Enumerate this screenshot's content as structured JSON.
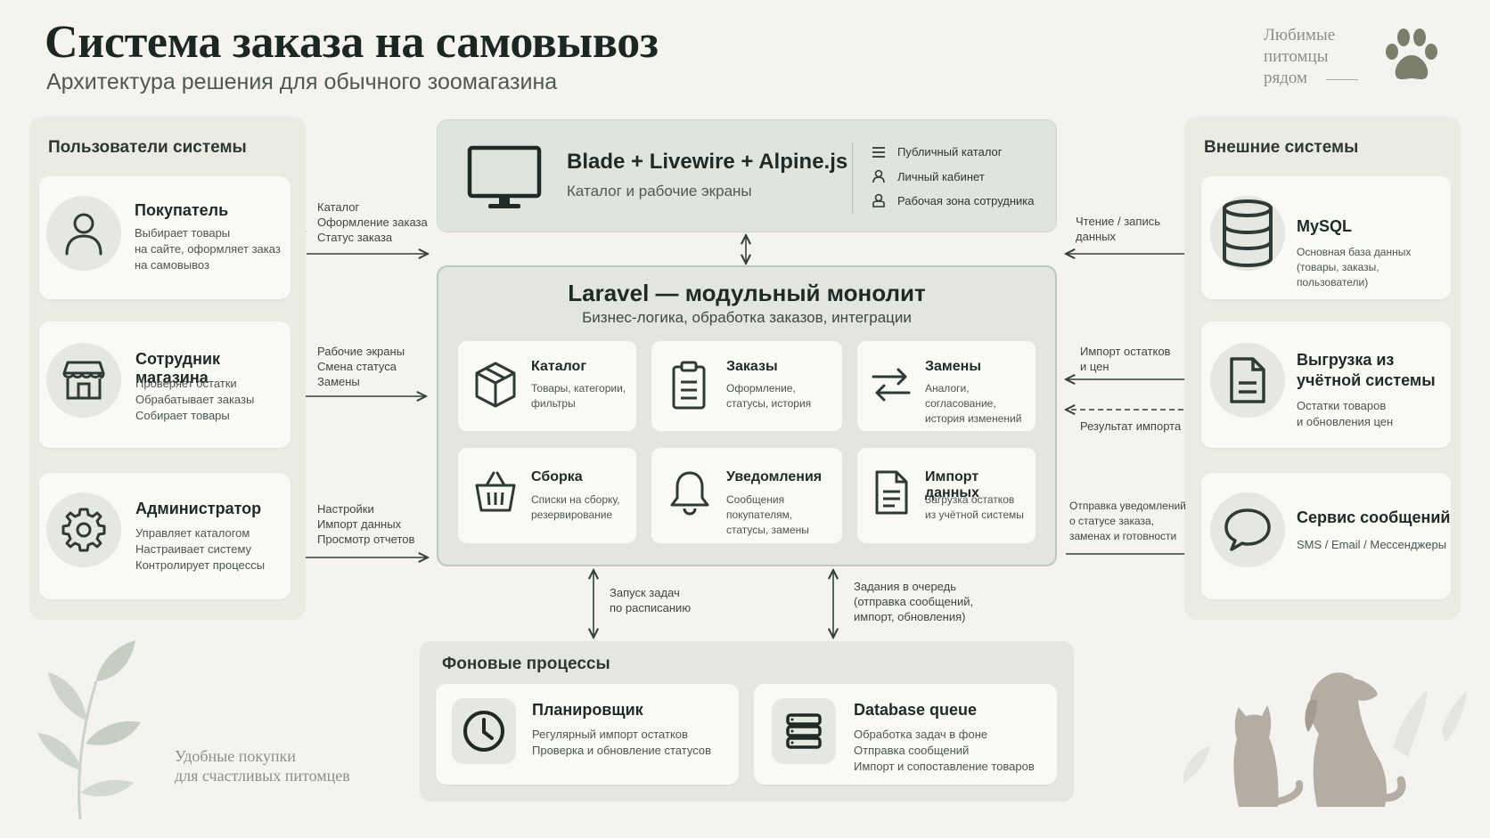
{
  "header": {
    "title": "Система заказа на самовывоз",
    "subtitle": "Архитектура решения для обычного зоомагазина",
    "brand_line1": "Любимые",
    "brand_line2": "питомцы",
    "brand_line3": "рядом"
  },
  "users": {
    "title": "Пользователи системы",
    "items": [
      {
        "title": "Покупатель",
        "lines": [
          "Выбирает товары",
          "на сайте, оформляет заказ",
          "на самовывоз"
        ],
        "icon": "user-icon"
      },
      {
        "title": "Сотрудник магазина",
        "lines": [
          "Проверяет остатки",
          "Обрабатывает заказы",
          "Собирает товары"
        ],
        "icon": "store-icon"
      },
      {
        "title": "Администратор",
        "lines": [
          "Управляет каталогом",
          "Настраивает систему",
          "Контролирует процессы"
        ],
        "icon": "gear-icon"
      }
    ]
  },
  "user_links": [
    [
      "Каталог",
      "Оформление заказа",
      "Статус заказа"
    ],
    [
      "Рабочие экраны",
      "Смена статуса",
      "Замены"
    ],
    [
      "Настройки",
      "Импорт данных",
      "Просмотр отчетов"
    ]
  ],
  "frontend": {
    "title": "Blade + Livewire + Alpine.js",
    "subtitle": "Каталог и рабочие экраны",
    "items": [
      "Публичный каталог",
      "Личный кабинет",
      "Рабочая зона сотрудника"
    ]
  },
  "monolith": {
    "title": "Laravel — модульный монолит",
    "subtitle": "Бизнес-логика, обработка заказов, интеграции",
    "modules": [
      {
        "title": "Каталог",
        "lines": [
          "Товары, категории,",
          "фильтры"
        ],
        "icon": "box-icon"
      },
      {
        "title": "Заказы",
        "lines": [
          "Оформление,",
          "статусы, история"
        ],
        "icon": "clipboard-icon"
      },
      {
        "title": "Замены",
        "lines": [
          "Аналоги, согласование,",
          "история изменений"
        ],
        "icon": "swap-icon"
      },
      {
        "title": "Сборка",
        "lines": [
          "Списки на сборку,",
          "резервирование"
        ],
        "icon": "basket-icon"
      },
      {
        "title": "Уведомления",
        "lines": [
          "Сообщения покупателям,",
          "статусы, замены"
        ],
        "icon": "bell-icon"
      },
      {
        "title": "Импорт данных",
        "lines": [
          "Загрузка остатков",
          "из учётной системы"
        ],
        "icon": "document-icon"
      }
    ]
  },
  "external": {
    "title": "Внешние системы",
    "items": [
      {
        "title": "MySQL",
        "lines": [
          "Основная база данных",
          "(товары, заказы, пользователи)"
        ],
        "icon": "database-icon"
      },
      {
        "title_lines": [
          "Выгрузка из",
          "учётной системы"
        ],
        "lines": [
          "Остатки товаров",
          "и обновления цен"
        ],
        "icon": "file-icon"
      },
      {
        "title": "Сервис сообщений",
        "lines": [
          "SMS / Email / Мессенджеры"
        ],
        "icon": "chat-icon"
      }
    ]
  },
  "external_links": {
    "db": [
      "Чтение / запись",
      "данных"
    ],
    "import": [
      "Импорт остатков",
      "и цен"
    ],
    "import_result": "Результат импорта",
    "notify": [
      "Отправка уведомлений",
      "о статусе заказа,",
      "заменах и готовности"
    ]
  },
  "background_links": {
    "schedule": [
      "Запуск задач",
      "по расписанию"
    ],
    "queue": [
      "Задания в очередь",
      "(отправка сообщений,",
      "импорт, обновления)"
    ]
  },
  "background": {
    "title": "Фоновые процессы",
    "items": [
      {
        "title": "Планировщик",
        "lines": [
          "Регулярный импорт остатков",
          "Проверка и обновление статусов"
        ],
        "icon": "clock-icon"
      },
      {
        "title": "Database queue",
        "lines": [
          "Обработка задач в фоне",
          "Отправка сообщений",
          "Импорт и сопоставление товаров"
        ],
        "icon": "queue-icon"
      }
    ]
  },
  "footer": {
    "line1": "Удобные покупки",
    "line2": "для счастливых питомцев"
  },
  "colors": {
    "background": "#f4f3ef",
    "panel": "#ebebe4",
    "card": "#f9f9f6",
    "accent": "#2d3734",
    "arrow": "#33403b"
  }
}
